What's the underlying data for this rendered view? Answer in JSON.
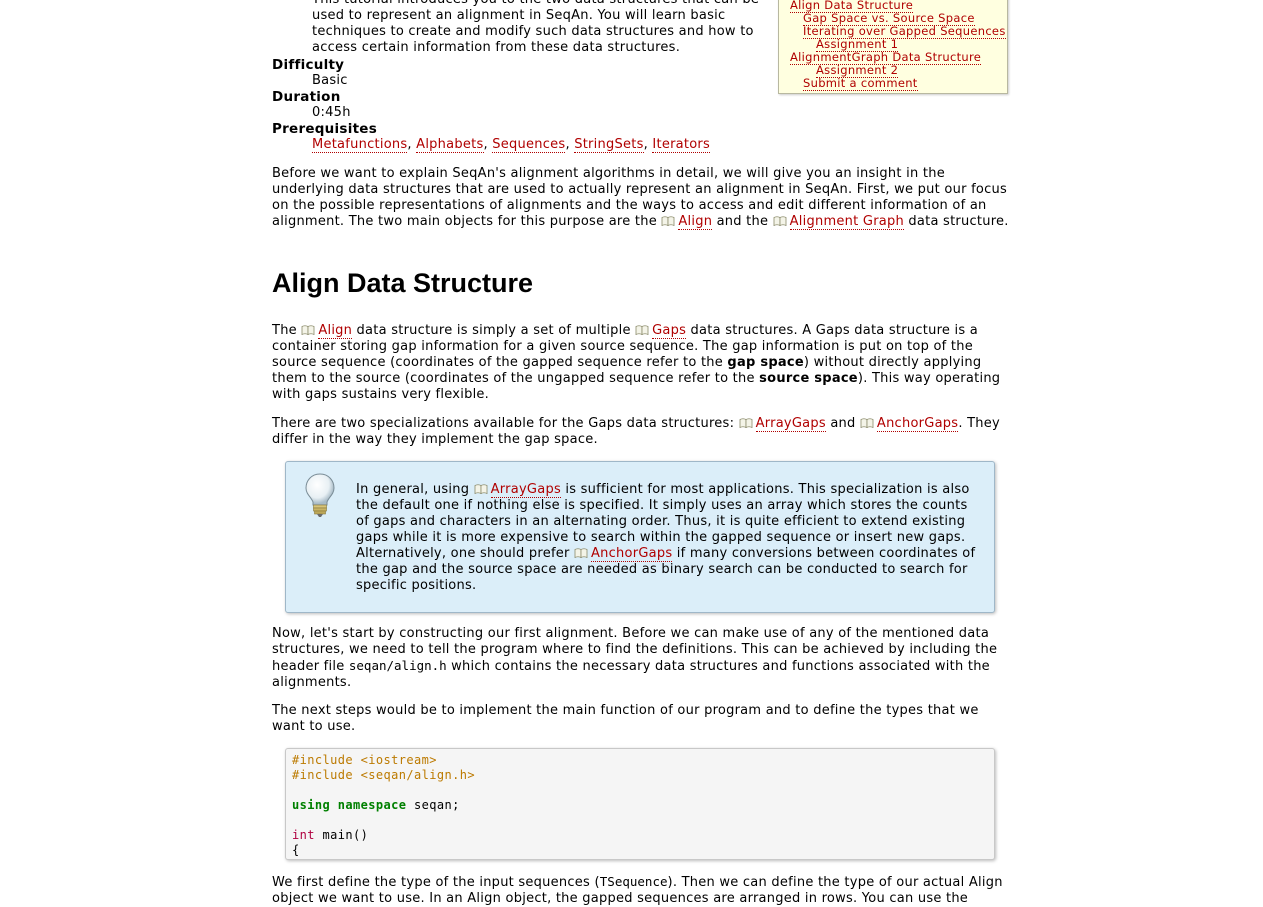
{
  "toc": {
    "items": [
      {
        "label": "Align Data Structure"
      },
      {
        "label": "Gap Space vs. Source Space"
      },
      {
        "label": "Iterating over Gapped Sequences"
      },
      {
        "label": "Assignment 1"
      },
      {
        "label": "AlignmentGraph Data Structure"
      },
      {
        "label": "Assignment 2"
      },
      {
        "label": "Submit a comment"
      }
    ]
  },
  "intro": {
    "line1": "This tutorial introduces you to the two data structures that can be",
    "line2": "used to represent an alignment in SeqAn. You will learn basic",
    "line3": "techniques to create and modify such data structures and how to",
    "line4": "access certain information from these data structures."
  },
  "meta": {
    "difficulty_label": "Difficulty",
    "difficulty_value": "Basic",
    "duration_label": "Duration",
    "duration_value": "0:45h",
    "prereq_label": "Prerequisites",
    "prereqs": [
      "Metafunctions",
      "Alphabets",
      "Sequences",
      "StringSets",
      "Iterators"
    ],
    "sep": ", "
  },
  "para1": {
    "l1": "Before we want to explain SeqAn's alignment algorithms in detail, we will give you an insight in the",
    "l2": "underlying data structures that are used to actually represent an alignment in SeqAn. First, we put our focus",
    "l3": "on the possible representations of alignments and the ways to access and edit different information of an",
    "l4a": "alignment. The two main objects for this purpose are the ",
    "link1": "Align",
    "l4b": " and the ",
    "link2": "Alignment Graph",
    "l4c": " data structure."
  },
  "heading": "Align Data Structure",
  "para2": {
    "l1a": "The ",
    "link_align": "Align",
    "l1b": " data structure is simply a set of multiple ",
    "link_gaps": "Gaps",
    "l1c": " data structures. A Gaps data structure is a",
    "l2": "container storing gap information for a given source sequence. The gap information is put on top of the",
    "l3a": "source sequence (coordinates of the gapped sequence refer to the ",
    "bold1": "gap space",
    "l3b": ") without directly applying",
    "l4a": "them to the source (coordinates of the ungapped sequence refer to the ",
    "bold2": "source space",
    "l4b": "). This way operating",
    "l5": "with gaps sustains very flexible."
  },
  "para3": {
    "l1a": "There are two specializations available for the Gaps data structures: ",
    "link1": "ArrayGaps",
    "l1b": " and ",
    "link2": "AnchorGaps",
    "l1c": ". They",
    "l2": "differ in the way they implement the gap space."
  },
  "tip": {
    "l1a": "In general, using ",
    "link1": "ArrayGaps",
    "l1b": " is sufficient for most applications. This specialization is also",
    "l2": "the default one if nothing else is specified. It simply uses an array which stores the counts",
    "l3": "of gaps and characters in an alternating order. Thus, it is quite efficient to extend existing",
    "l4": "gaps while it is more expensive to search within the gapped sequence or insert new gaps.",
    "l5a": "Alternatively, one should prefer ",
    "link2": "AnchorGaps",
    "l5b": " if many conversions between coordinates of",
    "l6": "the gap and the source space are needed as binary search can be conducted to search for",
    "l7": "specific positions."
  },
  "para4": {
    "l1": "Now, let's start by constructing our first alignment. Before we can make use of any of the mentioned data",
    "l2": "structures, we need to tell the program where to find the definitions. This can be achieved by including the",
    "l3a": "header file ",
    "code": "seqan/align.h",
    "l3b": " which contains the necessary data structures and functions associated with the",
    "l4": "alignments."
  },
  "para5": {
    "l1": "The next steps would be to implement the main function of our program and to define the types that we",
    "l2": "want to use."
  },
  "code": {
    "line1": "#include <iostream>",
    "line2": "#include <seqan/align.h>",
    "kw_using": "using",
    "kw_namespace": "namespace",
    "ns_rest": " seqan;",
    "type_int": "int",
    "main_rest": " main()",
    "brace": "{"
  },
  "para6": {
    "l1a": "We first define the type of the input sequences (",
    "code": "TSequence",
    "l1b": "). Then we can define the type of our actual Align",
    "l2": "object we want to use. In an Align object, the gapped sequences are arranged in rows. You can use the"
  },
  "colors": {
    "link": "#b00000",
    "toc_bg": "#ffffe0",
    "tip_bg": "#dbeef9",
    "code_bg": "#f5f5f5",
    "preproc": "#bc7a00",
    "keyword": "#008000",
    "type": "#b00040"
  }
}
